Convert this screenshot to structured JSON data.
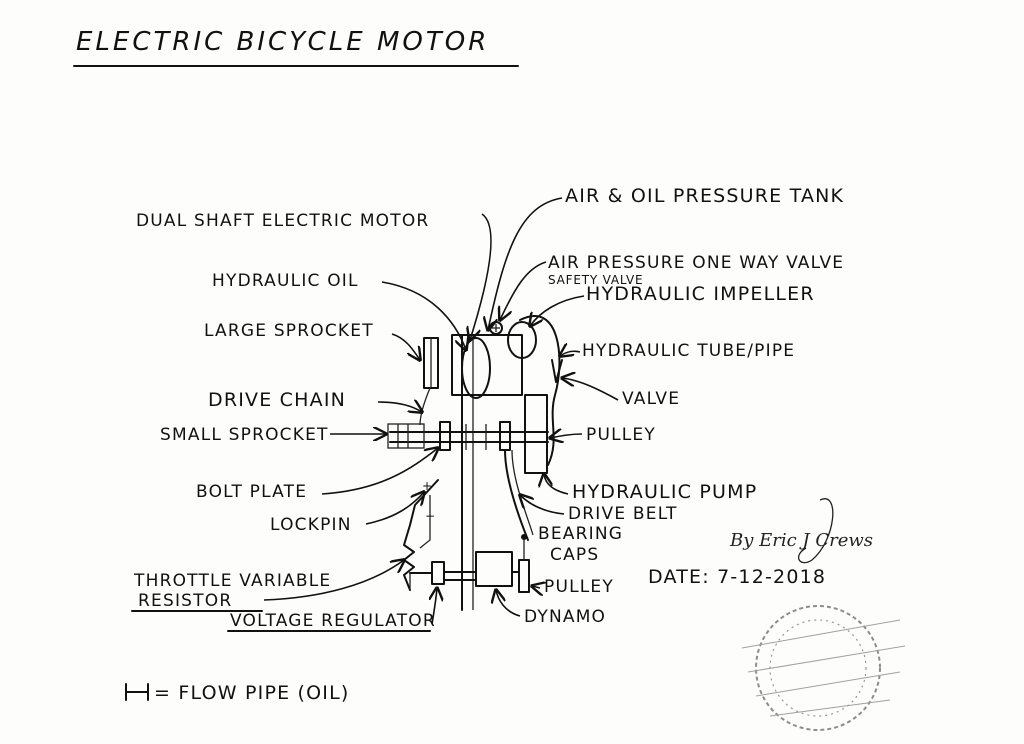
{
  "title": "ELECTRIC BICYCLE MOTOR",
  "labels": {
    "dual_shaft_motor": "DUAL SHAFT ELECTRIC MOTOR",
    "air_oil_tank": "AIR & OIL PRESSURE TANK",
    "air_pressure_valve": "AIR PRESSURE ONE WAY VALVE",
    "safety_valve": "SAFETY VALVE",
    "hydraulic_impeller": "HYDRAULIC IMPELLER",
    "hydraulic_oil": "HYDRAULIC OIL",
    "large_sprocket": "LARGE SPROCKET",
    "hydraulic_tube": "HYDRAULIC TUBE/PIPE",
    "drive_chain": "DRIVE CHAIN",
    "valve": "VALVE",
    "small_sprocket": "SMALL SPROCKET",
    "pulley_top": "PULLEY",
    "bolt_plate": "BOLT PLATE",
    "hydraulic_pump": "HYDRAULIC PUMP",
    "drive_belt": "DRIVE BELT",
    "lockpin": "LOCKPIN",
    "bearing": "BEARING",
    "caps": "CAPS",
    "throttle": "THROTTLE VARIABLE",
    "resistor": "RESISTOR",
    "voltage_regulator": "VOLTAGE REGULATOR",
    "pulley_bottom": "PULLEY",
    "dynamo": "DYNAMO",
    "legend": "= FLOW PIPE (OIL)",
    "plus": "+",
    "minus": "−"
  },
  "author": "By Eric J Crews",
  "date": "DATE: 7-12-2018"
}
